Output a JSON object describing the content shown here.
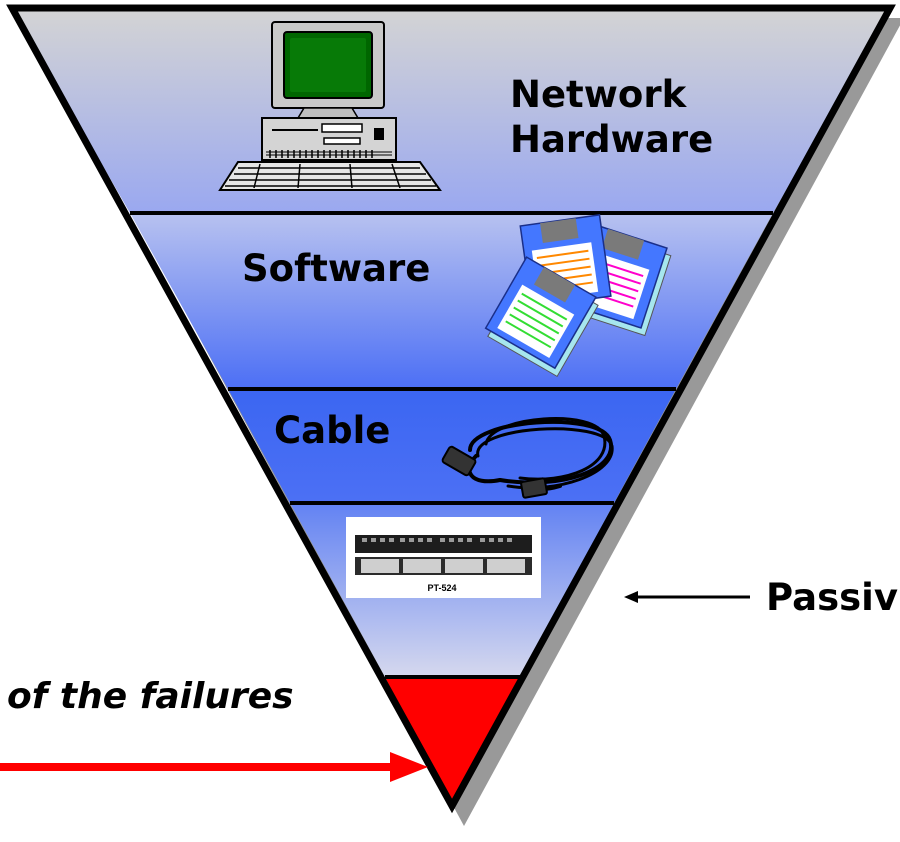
{
  "layers": [
    {
      "id": "hardware",
      "label_line1": "Network",
      "label_line2": "Hardware",
      "icon": "computer-icon"
    },
    {
      "id": "software",
      "label": "Software",
      "icon": "floppy-disks-icon"
    },
    {
      "id": "cable",
      "label": "Cable",
      "icon": "cable-coil-icon"
    },
    {
      "id": "passive",
      "label": "",
      "icon": "patch-panel-icon",
      "icon_caption": "PT-524"
    },
    {
      "id": "apex",
      "label": "",
      "icon": ""
    }
  ],
  "annotations": {
    "passive_label": "Passiv",
    "failures_label": "of the failures"
  },
  "colors": {
    "apex": "#ff0000",
    "arrow_red": "#ff0000",
    "outline": "#000000",
    "shadow": "#999999",
    "gradient_light": "#d2d6ee",
    "gradient_dark": "#4f72f5"
  }
}
